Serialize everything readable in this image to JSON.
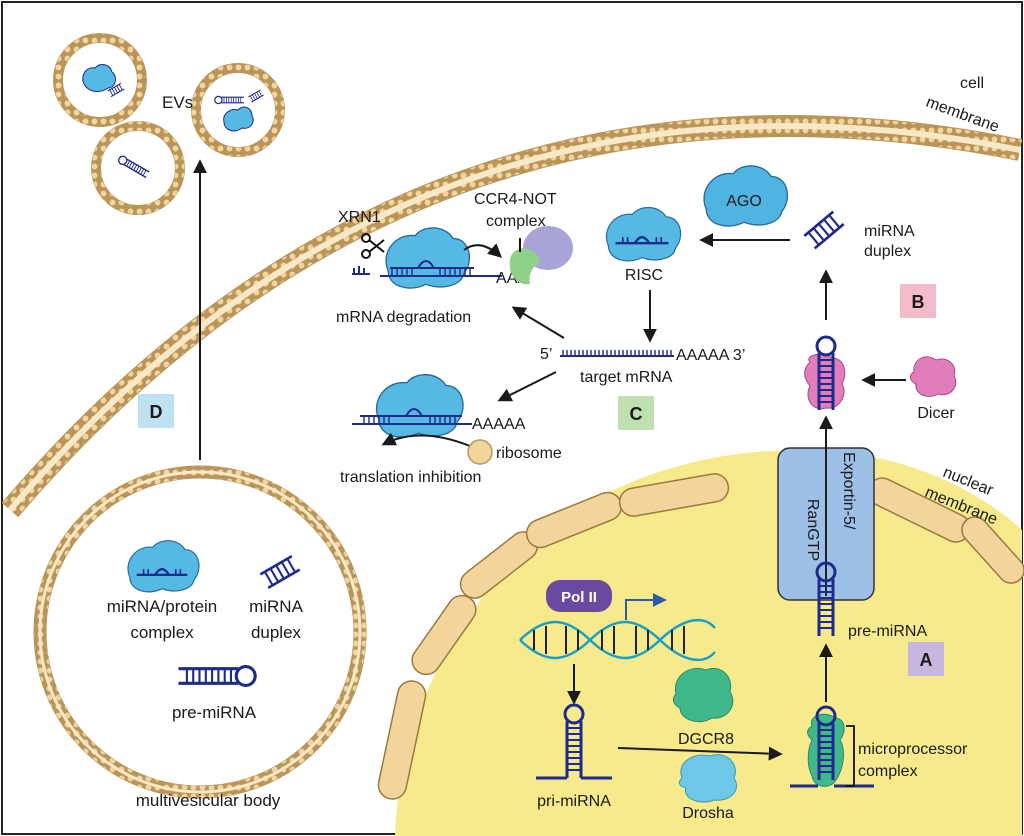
{
  "labels": {
    "evs": "EVs",
    "cell_membrane_1": "cell",
    "cell_membrane_2": "membrane",
    "nuclear_membrane_1": "nuclear",
    "nuclear_membrane_2": "membrane",
    "xrn1": "XRN1",
    "ccr4_1": "CCR4-NOT",
    "ccr4_2": "complex",
    "aaa": "AAA",
    "mrna_degradation": "mRNA degradation",
    "ago": "AGO",
    "risc": "RISC",
    "mirna_duplex_1": "miRNA",
    "mirna_duplex_2": "duplex",
    "five_prime": "5’",
    "target_tail": "AAAAA 3’",
    "target_mrna": "target mRNA",
    "aaaaa": "AAAAA",
    "ribosome": "ribosome",
    "translation_inhibition": "translation inhibition",
    "dicer": "Dicer",
    "exportin": "Exportin-5/",
    "rangtp": "RanGTP",
    "pol2": "Pol II",
    "pre_mirna": "pre-miRNA",
    "dgcr8": "DGCR8",
    "microprocessor_1": "microprocessor",
    "microprocessor_2": "complex",
    "pri_mirna": "pri-miRNA",
    "drosha": "Drosha",
    "mvb_complex_1": "miRNA/protein",
    "mvb_complex_2": "complex",
    "mvb_duplex_1": "miRNA",
    "mvb_duplex_2": "duplex",
    "mvb_pre_mirna": "pre-miRNA",
    "multivesicular_body": "multivesicular body"
  },
  "panels": {
    "a": "A",
    "b": "B",
    "c": "C",
    "d": "D"
  },
  "colors": {
    "nucleus_fill": "#f6ea8c",
    "membrane_head": "#f3d49c",
    "rna": "#1e2a8c",
    "protein_blue": "#56b9e3",
    "ago_blue": "#4fb4e2",
    "dicer_pink": "#e17dbb",
    "pol2_purple": "#6a4aa0",
    "dgcr8_green": "#3fb88c",
    "drosha_cyan": "#6cc8e6",
    "ccr4_purple": "#a8a4d8",
    "ccr4_green": "#8fd18a",
    "exportin_blue": "#9cc0e6",
    "panel_a": "#c7b6de",
    "panel_b": "#f3bccb",
    "panel_c": "#bfe0b0",
    "panel_d": "#bfe2f3"
  }
}
